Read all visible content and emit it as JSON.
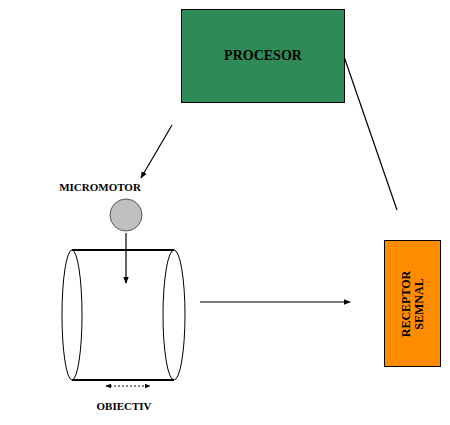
{
  "diagram": {
    "nodes": [
      {
        "text": [
          "PROCESOR"
        ]
      },
      {
        "text": [
          "MICROMOTOR"
        ]
      },
      {
        "text": [
          "OBIECTIV"
        ]
      },
      {
        "text": [
          "RECEPTOR SEMNAL"
        ]
      }
    ],
    "edges": [
      {
        "from": 0,
        "to": 1,
        "arrow": "to"
      },
      {
        "from": 1,
        "to": 2,
        "arrow": "to"
      },
      {
        "from": 2,
        "to": 3,
        "arrow": "to"
      },
      {
        "from": 3,
        "to": 0,
        "arrow": "to"
      }
    ]
  }
}
